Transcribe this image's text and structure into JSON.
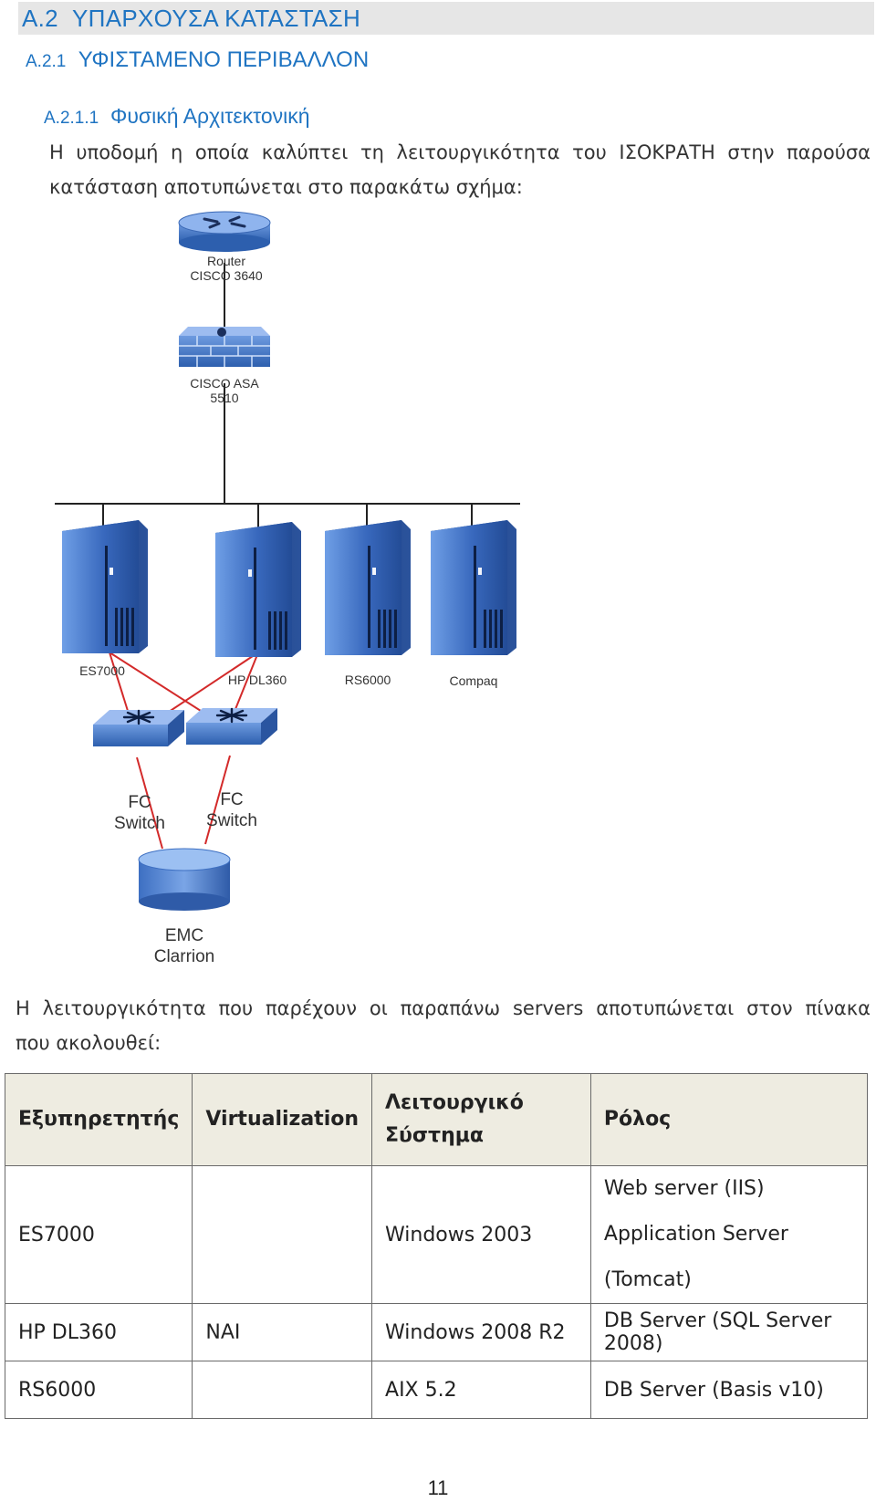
{
  "section": {
    "number": "Α.2",
    "title": "ΥΠΑΡΧΟΥΣΑ ΚΑΤΑΣΤΑΣΗ"
  },
  "subsection": {
    "number": "Α.2.1",
    "title": "ΥΦΙΣΤΑΜΕΝΟ ΠΕΡΙΒΑΛΛΟΝ"
  },
  "subsubsection": {
    "number": "Α.2.1.1",
    "title": "Φυσική Αρχιτεκτονική"
  },
  "intro": {
    "line1": "Η υποδομή η οποία καλύπτει τη λειτουργικότητα του ΙΣΟΚΡΑΤΗ στην παρούσα",
    "line2": "κατάσταση αποτυπώνεται στο παρακάτω σχήμα:"
  },
  "diagram": {
    "router": {
      "line1": "Router",
      "line2": "CISCO 3640",
      "icon": "router-icon"
    },
    "firewall": {
      "line1": "CISCO ASA",
      "line2": "5510",
      "icon": "firewall-icon"
    },
    "servers": [
      {
        "label": "ES7000",
        "icon": "server-tower-icon"
      },
      {
        "label": "HP DL360",
        "icon": "server-tower-icon"
      },
      {
        "label": "RS6000",
        "icon": "server-tower-icon"
      },
      {
        "label": "Compaq",
        "icon": "server-tower-icon"
      }
    ],
    "fc_switches": [
      {
        "line1": "FC",
        "line2": "Switch",
        "icon": "fc-switch-icon"
      },
      {
        "line1": "FC",
        "line2": "Switch",
        "icon": "fc-switch-icon"
      }
    ],
    "storage": {
      "line1": "EMC",
      "line2": "Clarrion",
      "icon": "storage-cylinder-icon"
    },
    "colors": {
      "network_line": "#222222",
      "fc_link": "#d32a2a",
      "server_blue": "#2f63b5"
    }
  },
  "table_intro": {
    "line1": "Η λειτουργικότητα που παρέχουν οι παραπάνω servers αποτυπώνεται στον πίνακα",
    "line2": "που ακολουθεί:"
  },
  "table": {
    "headers": {
      "server": "Εξυπηρετητής",
      "virtualization": "Virtualization",
      "os_line1": "Λειτουργικό",
      "os_line2": "Σύστημα",
      "role": "Ρόλος"
    },
    "rows": [
      {
        "server": "ES7000",
        "virtualization": "",
        "os": "Windows 2003",
        "role1": "Web server (IIS)",
        "role2": "Application Server (Tomcat)"
      },
      {
        "server": "HP DL360",
        "virtualization": "ΝΑΙ",
        "os": "Windows 2008 R2",
        "role1": "DB Server (SQL Server 2008)"
      },
      {
        "server": "RS6000",
        "virtualization": "",
        "os": "AIX 5.2",
        "role1": "DB Server (Basis v10)"
      }
    ],
    "header_bg": "#eeece1"
  },
  "page_number": "11"
}
